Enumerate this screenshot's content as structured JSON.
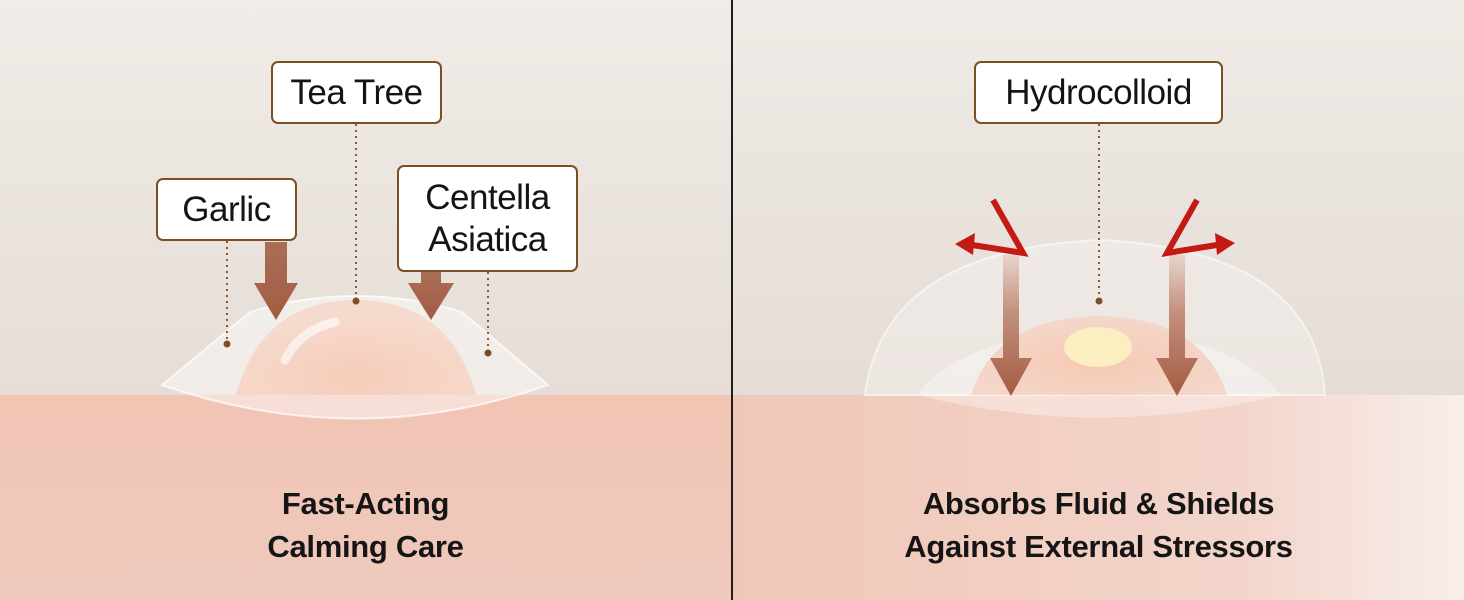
{
  "left_panel": {
    "labels": {
      "tea_tree": "Tea Tree",
      "garlic": "Garlic",
      "centella_line1": "Centella",
      "centella_line2": "Asiatica"
    },
    "caption": {
      "line1": "Fast-Acting",
      "line2": "Calming Care"
    }
  },
  "right_panel": {
    "labels": {
      "hydrocolloid": "Hydrocolloid"
    },
    "caption": {
      "line1": "Absorbs Fluid & Shields",
      "line2": "Against External Stressors"
    }
  },
  "colors": {
    "background_top": "#efebe6",
    "skin": "#f2c7b8",
    "label_border": "#7a4f25",
    "arrow_brown": "#a9634a",
    "stressor_red": "#c41a14",
    "divider": "#1d1d1d"
  }
}
